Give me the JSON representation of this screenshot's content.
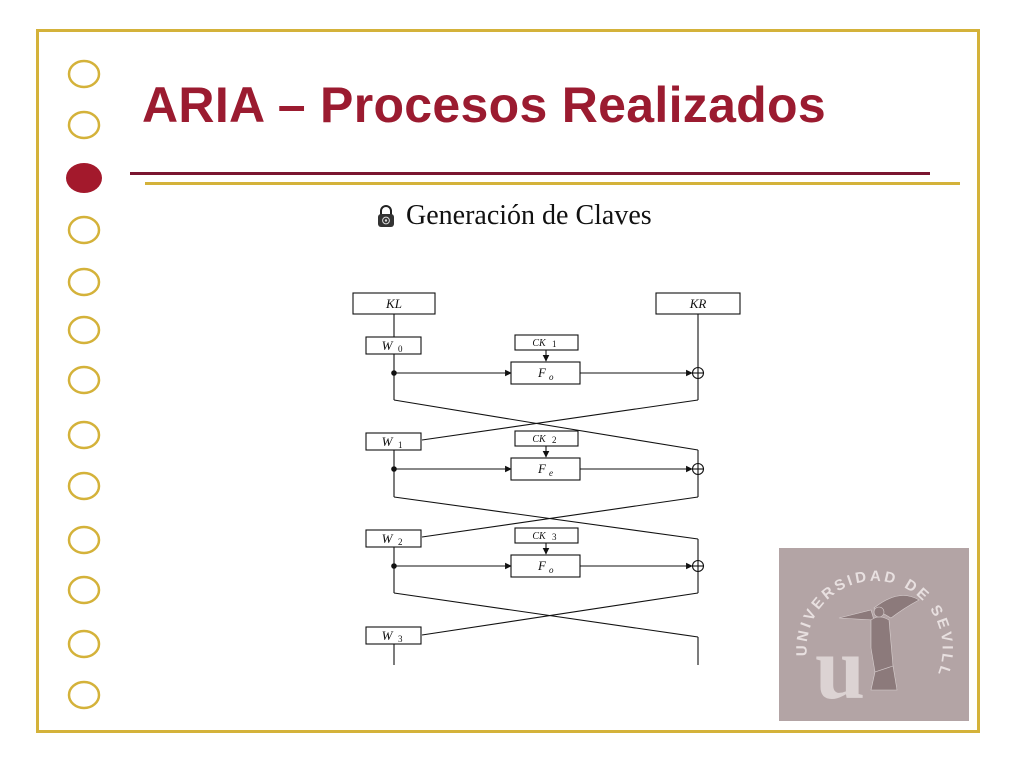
{
  "slide": {
    "title": "ARIA – Procesos Realizados",
    "bullet": "Generación de Claves"
  },
  "diagram": {
    "left_key": "KL",
    "right_key": "KR",
    "w_labels": [
      "W",
      "W",
      "W",
      "W"
    ],
    "w_subs": [
      "0",
      "1",
      "2",
      "3"
    ],
    "ck_labels": [
      "CK",
      "CK",
      "CK"
    ],
    "ck_subs": [
      "1",
      "2",
      "3"
    ],
    "f_labels": [
      "F",
      "F",
      "F"
    ],
    "f_subs": [
      "o",
      "e",
      "o"
    ]
  },
  "logo": {
    "text": "UNIVERSIDAD DE SEVILLA",
    "monogram": "u"
  },
  "colors": {
    "title": "#9b1b30",
    "gold": "#d4b23a",
    "rule_dark": "#7a1530",
    "bullet_active": "#a3192c",
    "logo_bg": "#b3a4a5"
  },
  "icons": {
    "bullet": "lock-icon"
  }
}
